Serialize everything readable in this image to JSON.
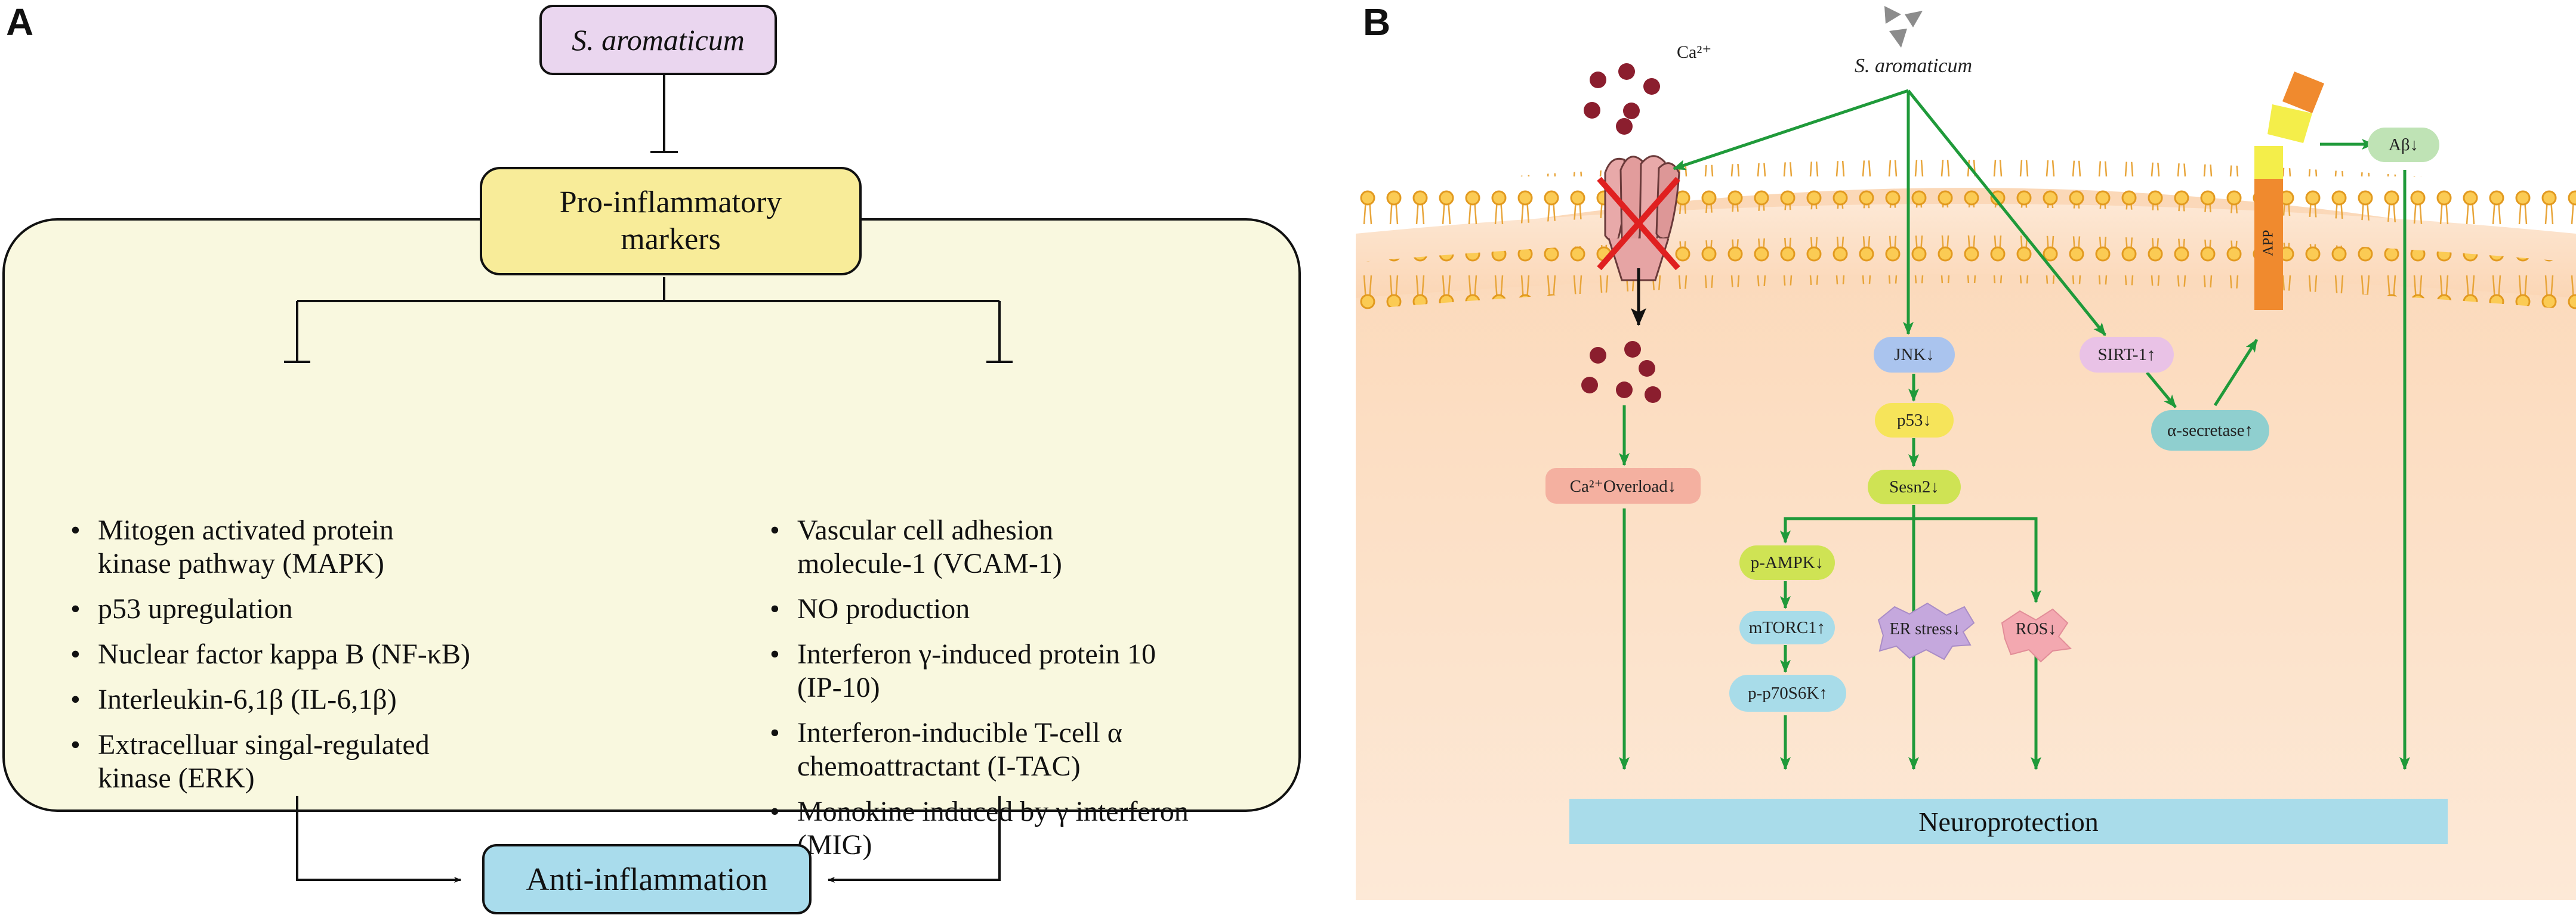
{
  "panel_a": {
    "letter": "A",
    "top_node": "S. aromaticum",
    "markers_line1": "Pro-inflammatory",
    "markers_line2": "markers",
    "left_list": [
      [
        "Mitogen activated protein",
        "kinase pathway (MAPK)"
      ],
      [
        "p53 upregulation"
      ],
      [
        "Nuclear factor kappa B (NF-κB)"
      ],
      [
        "Interleukin-6,1β (IL-6,1β)"
      ],
      [
        "Extracelluar singal-regulated",
        "kinase (ERK)"
      ]
    ],
    "right_list": [
      [
        "Vascular cell adhesion",
        "molecule-1 (VCAM-1)"
      ],
      [
        "NO production"
      ],
      [
        "Interferon γ-induced protein 10",
        "(IP-10)"
      ],
      [
        "Interferon-inducible T-cell α",
        "chemoattractant (I-TAC)"
      ],
      [
        "Monokine induced by γ interferon",
        "(MIG)"
      ]
    ],
    "outcome": "Anti-inflammation",
    "colors": {
      "top_node": "#ead6ef",
      "markers": "#f8ec99",
      "region": "#f9f8df",
      "outcome": "#a9dcec"
    }
  },
  "panel_b": {
    "letter": "B",
    "compound": "S. aromaticum",
    "ca_label": "Ca²⁺",
    "ca_overload": "Ca²⁺Overload↓",
    "jnk": "JNK↓",
    "p53": "p53↓",
    "sesn2": "Sesn2↓",
    "p_ampk": "p-AMPK↓",
    "mtorc1": "mTORC1↑",
    "p70s6k": "p-p70S6K↑",
    "er_stress": "ER stress↓",
    "ros": "ROS↓",
    "sirt1": "SIRT-1↑",
    "secretase": "α-secretase↑",
    "abeta": "Aβ↓",
    "app": "APP",
    "neuroprotection": "Neuroprotection",
    "colors": {
      "arrow": "#1f9a3a",
      "cell": "#fbdcc0",
      "ca_dot": "#8b1e2e",
      "bar": "#a9dcea",
      "app": "#f08a2e"
    }
  }
}
